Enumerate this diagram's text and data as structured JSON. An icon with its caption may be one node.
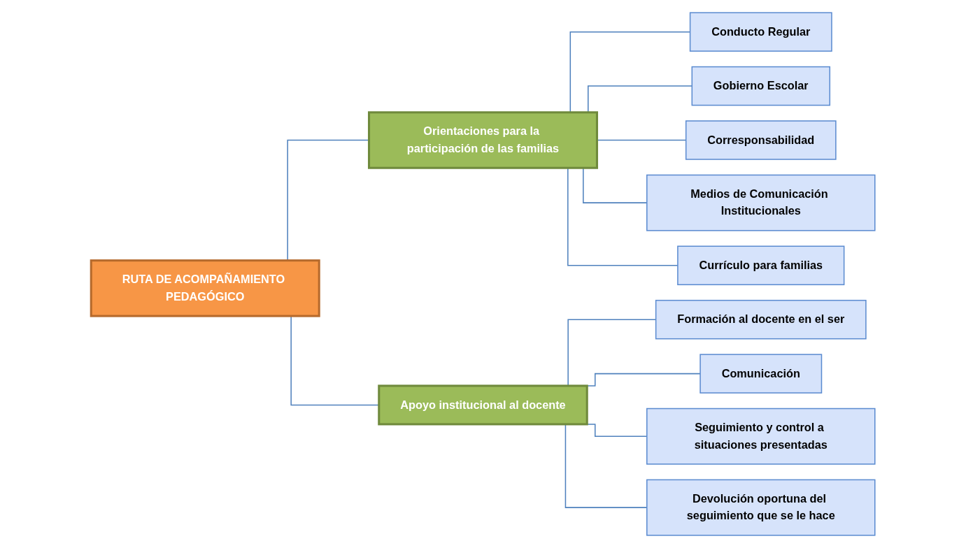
{
  "diagram": {
    "nodes": [
      {
        "text": [
          "RUTA DE ACOMPAÑAMIENTO PEDAGÓGICO"
        ]
      },
      {
        "text": [
          "Orientaciones para la participación de las familias"
        ]
      },
      {
        "text": [
          "Apoyo institucional al docente"
        ]
      },
      {
        "text": [
          "Conducto Regular"
        ]
      },
      {
        "text": [
          "Gobierno Escolar"
        ]
      },
      {
        "text": [
          "Corresponsabilidad"
        ]
      },
      {
        "text": [
          "Medios de Comunicación Institucionales"
        ]
      },
      {
        "text": [
          "Currículo para familias"
        ]
      },
      {
        "text": [
          "Formación al docente en el ser"
        ]
      },
      {
        "text": [
          "Comunicación"
        ]
      },
      {
        "text": [
          "Seguimiento y control a situaciones presentadas"
        ]
      },
      {
        "text": [
          "Devolución oportuna del seguimiento que se le hace"
        ]
      }
    ],
    "edges": [
      {
        "from": 0,
        "to": 1,
        "arrow": "none"
      },
      {
        "from": 0,
        "to": 2,
        "arrow": "none"
      },
      {
        "from": 1,
        "to": 3,
        "arrow": "none"
      },
      {
        "from": 1,
        "to": 4,
        "arrow": "none"
      },
      {
        "from": 1,
        "to": 5,
        "arrow": "none"
      },
      {
        "from": 1,
        "to": 6,
        "arrow": "none"
      },
      {
        "from": 1,
        "to": 7,
        "arrow": "none"
      },
      {
        "from": 2,
        "to": 8,
        "arrow": "none"
      },
      {
        "from": 2,
        "to": 9,
        "arrow": "none"
      },
      {
        "from": 2,
        "to": 10,
        "arrow": "none"
      },
      {
        "from": 2,
        "to": 11,
        "arrow": "none"
      }
    ]
  }
}
